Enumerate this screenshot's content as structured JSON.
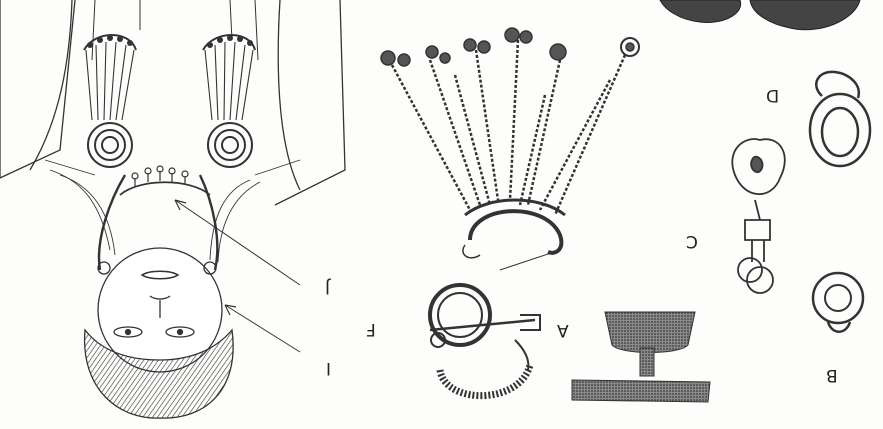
{
  "figure": {
    "labels": {
      "I": "I",
      "J": "J",
      "F": "F",
      "A": "A",
      "C": "C",
      "D": "D",
      "B": "B"
    }
  }
}
